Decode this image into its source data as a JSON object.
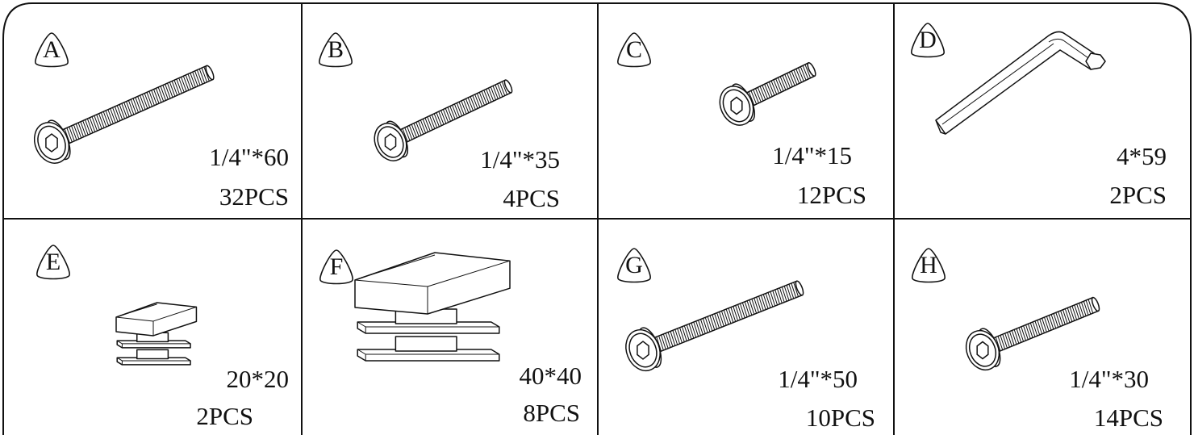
{
  "parts": [
    {
      "letter": "A",
      "size": "1/4\"*60",
      "qty": "32PCS",
      "kind": "bolt-long"
    },
    {
      "letter": "B",
      "size": "1/4\"*35",
      "qty": "4PCS",
      "kind": "bolt-medium"
    },
    {
      "letter": "C",
      "size": "1/4\"*15",
      "qty": "12PCS",
      "kind": "bolt-short"
    },
    {
      "letter": "D",
      "size": "4*59",
      "qty": "2PCS",
      "kind": "hex-key"
    },
    {
      "letter": "E",
      "size": "20*20",
      "qty": "2PCS",
      "kind": "tube-plug-small"
    },
    {
      "letter": "F",
      "size": "40*40",
      "qty": "8PCS",
      "kind": "tube-plug-large"
    },
    {
      "letter": "G",
      "size": "1/4\"*50",
      "qty": "10PCS",
      "kind": "bolt-long"
    },
    {
      "letter": "H",
      "size": "1/4\"*30",
      "qty": "14PCS",
      "kind": "bolt-medium"
    }
  ],
  "colors": {
    "line": "#111111",
    "background": "#ffffff"
  }
}
